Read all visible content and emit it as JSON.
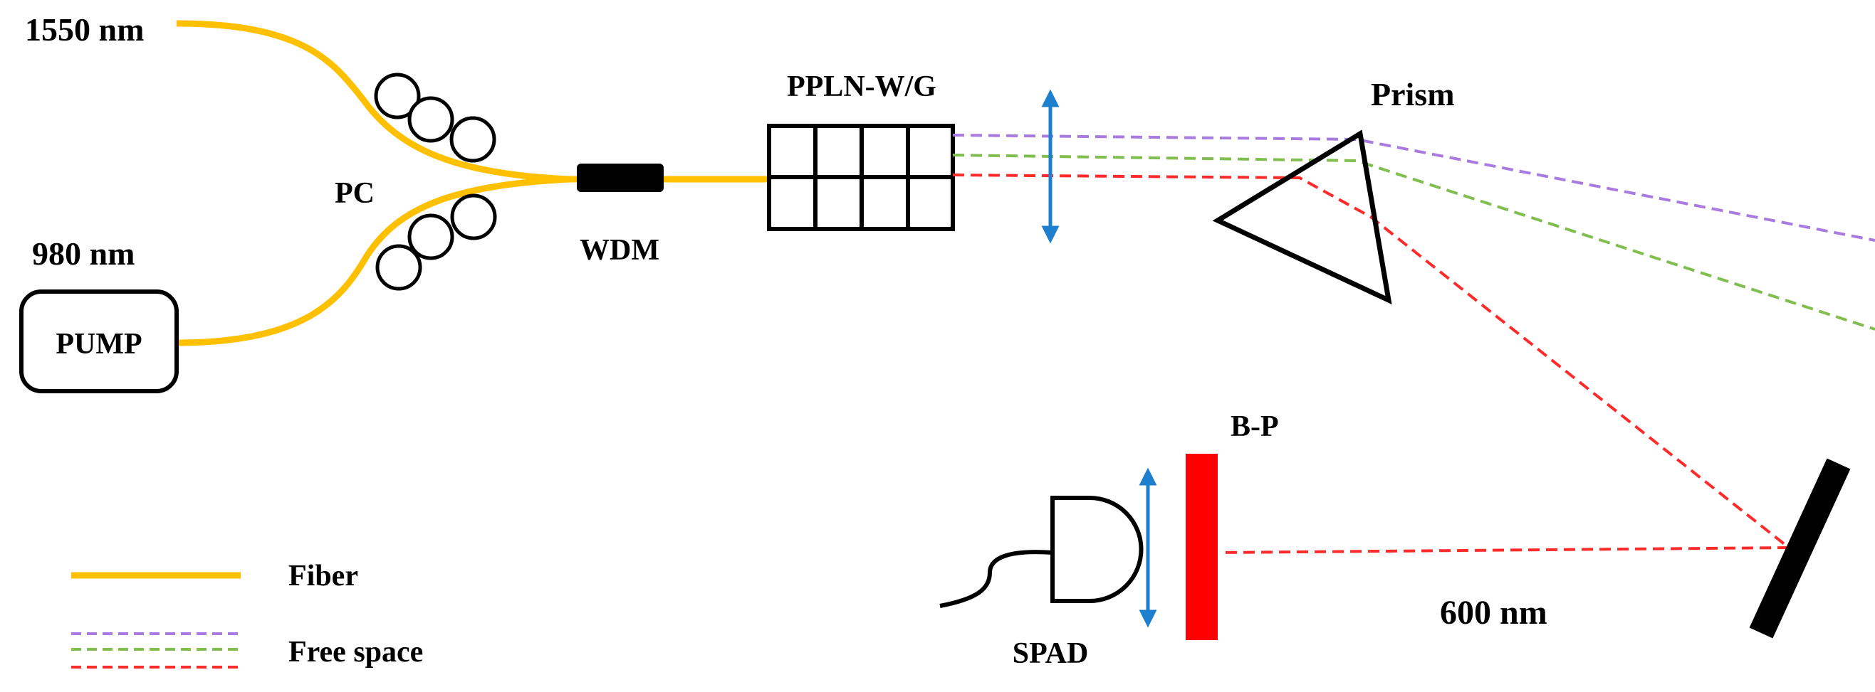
{
  "labels": {
    "source_1550": "1550 nm",
    "source_980": "980 nm",
    "pump": "PUMP",
    "pc": "PC",
    "wdm": "WDM",
    "ppln": "PPLN-W/G",
    "prism": "Prism",
    "bp": "B-P",
    "spad": "SPAD",
    "wavelength_600": "600 nm"
  },
  "legend": {
    "fiber": "Fiber",
    "free_space": "Free space"
  },
  "colors": {
    "fiber": "#FFC000",
    "beam_purple": "#A97BE0",
    "beam_green": "#7FBE4F",
    "beam_red": "#FF2A2A",
    "lens_arrow": "#1F7FCF",
    "bandpass_filter": "#FF0000",
    "outline": "#000000"
  }
}
